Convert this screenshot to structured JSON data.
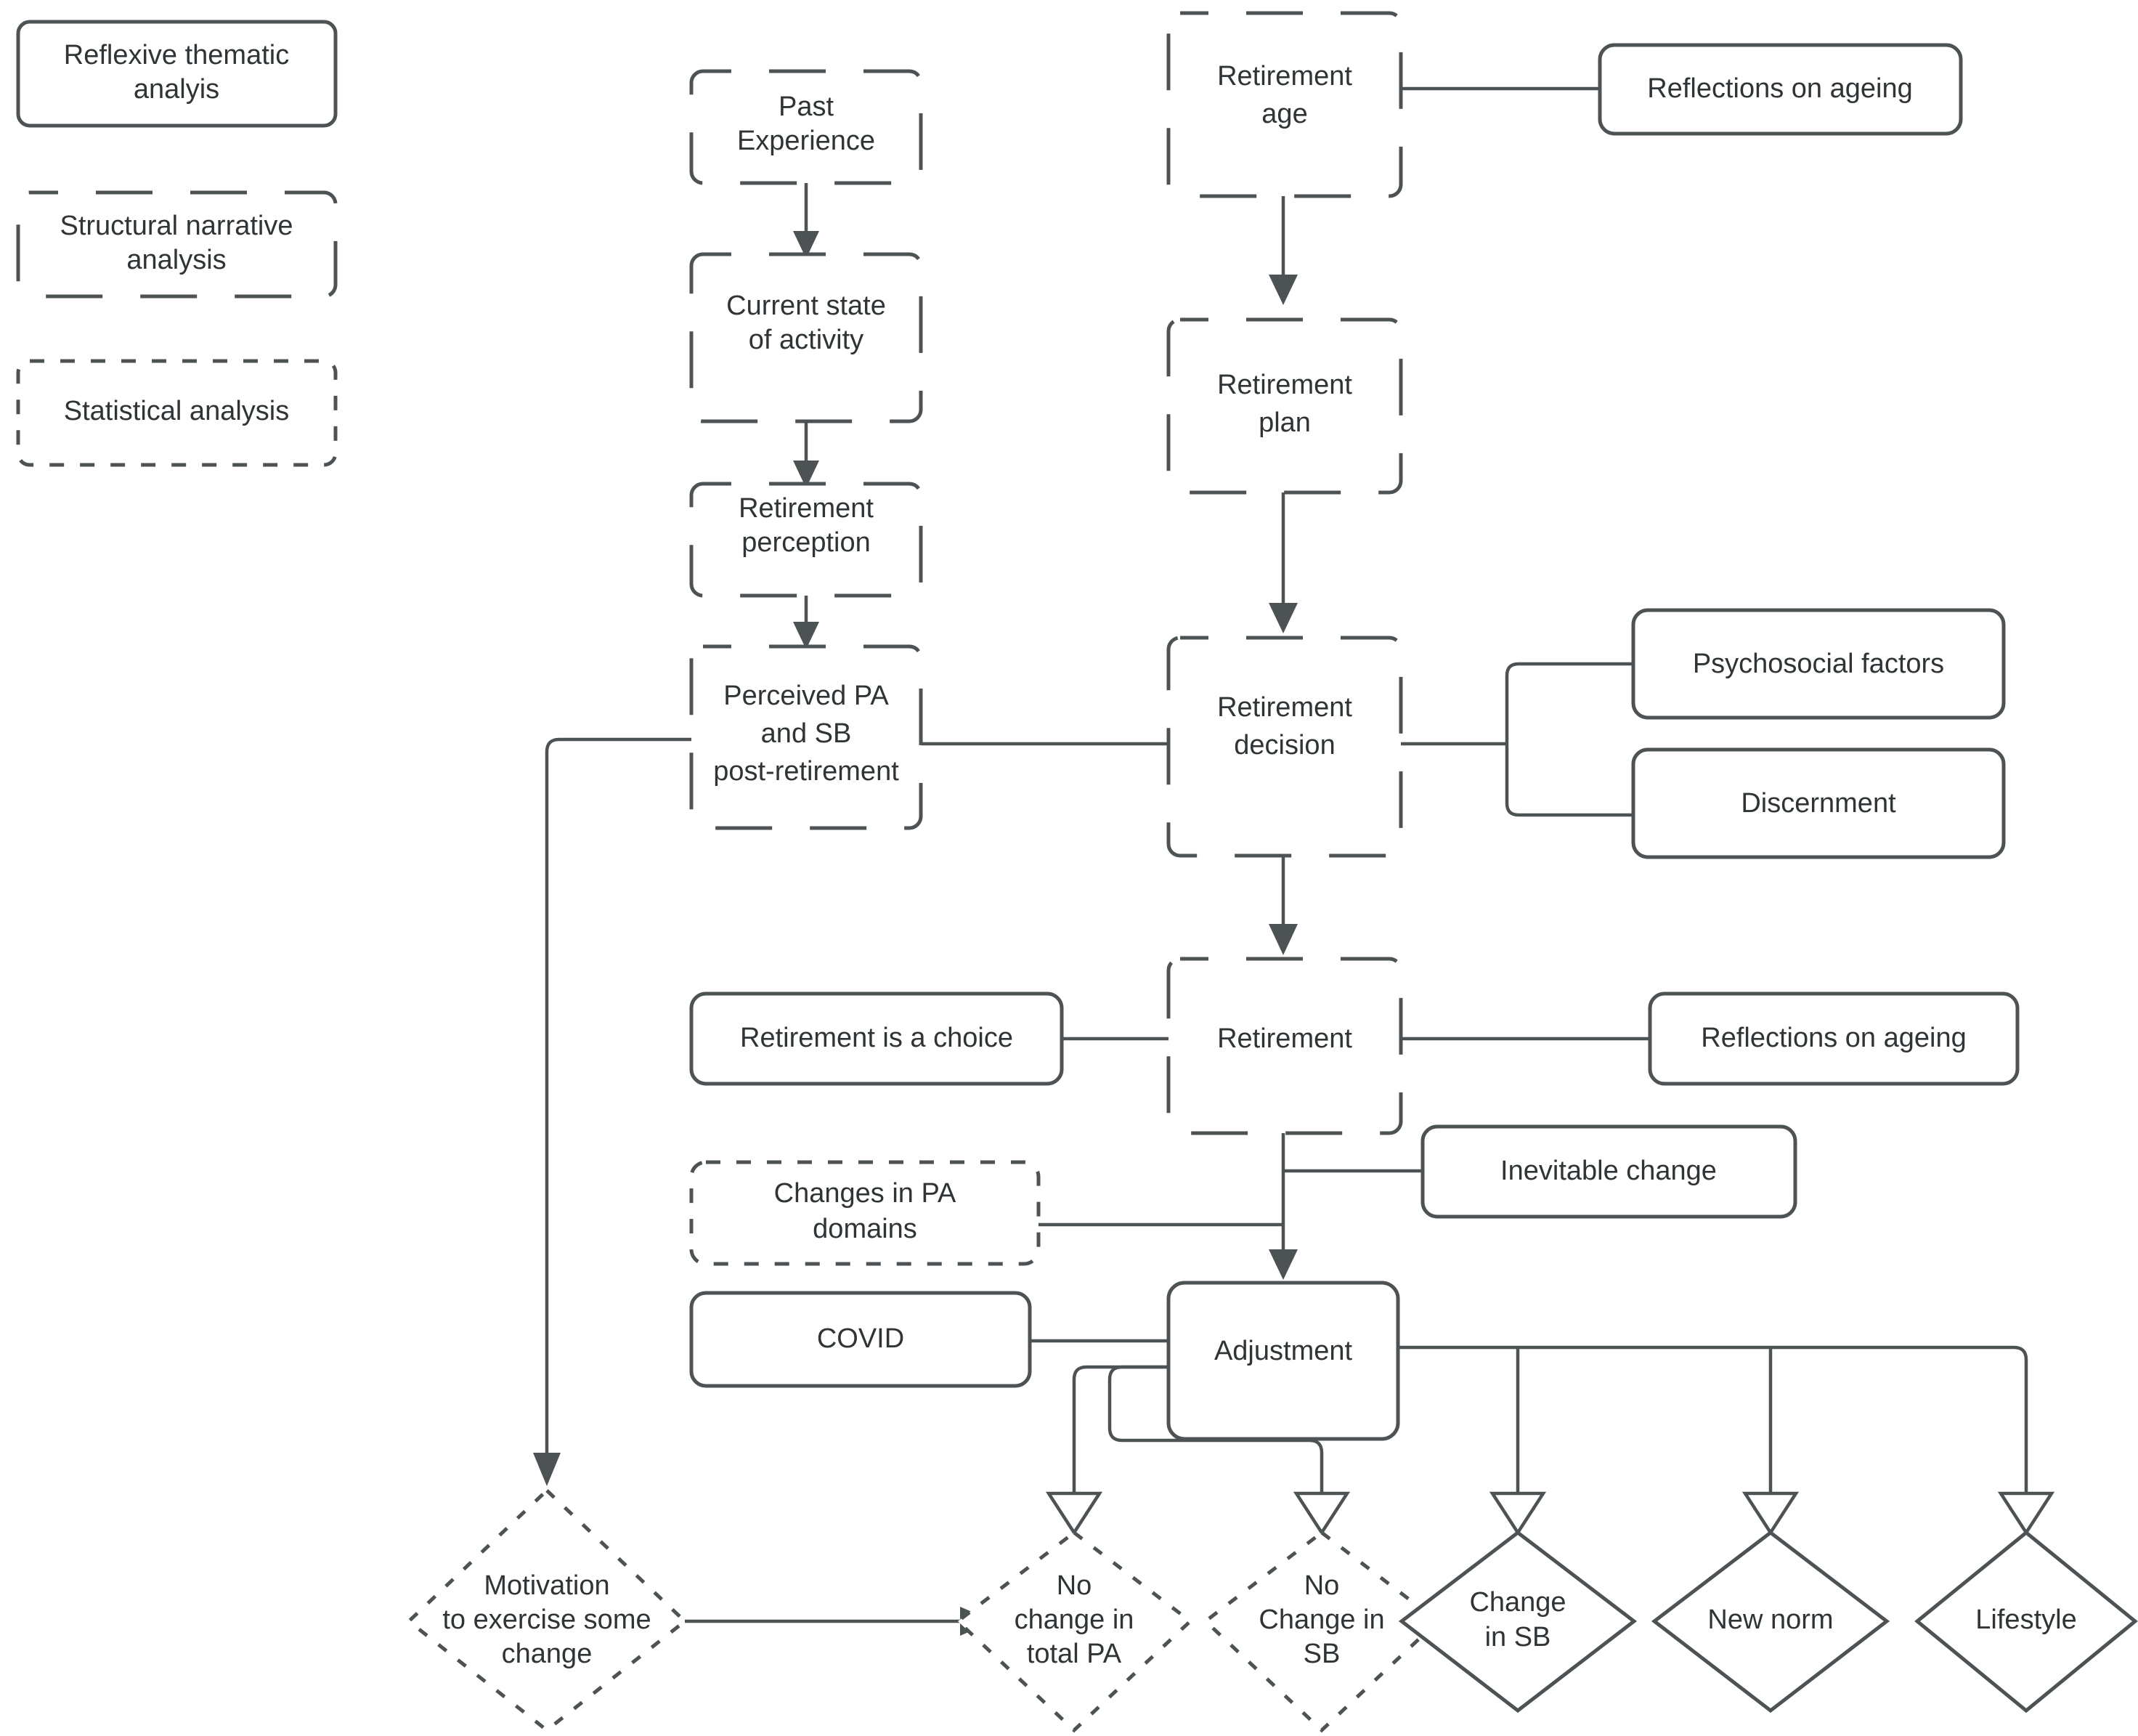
{
  "diagram": {
    "title": "Retirement physical activity and sedentary behaviour conceptual flow",
    "stroke_color": "#4d5255",
    "fill_color": "#ffffff",
    "text_color": "#2f3437"
  },
  "legend": {
    "name": "analysis-method-legend",
    "items": [
      {
        "id": "reflexive",
        "label": "Reflexive thematic\nanalyis",
        "style": "solid"
      },
      {
        "id": "structural",
        "label": "Structural narrative\nanalysis",
        "style": "long-dash"
      },
      {
        "id": "statistical",
        "label": "Statistical analysis",
        "style": "short-dash"
      }
    ]
  },
  "left_column": {
    "name": "perception-chain",
    "nodes": [
      {
        "id": "past-experience",
        "label": "Past\nExperience",
        "style": "long-dash"
      },
      {
        "id": "current-state-of-activity",
        "label": "Current state\nof activity",
        "style": "long-dash"
      },
      {
        "id": "retirement-perception",
        "label": "Retirement\nperception",
        "style": "long-dash"
      },
      {
        "id": "perceived-pa-sb-post-retirement",
        "label": "Perceived PA\nand SB\npost-retirement",
        "style": "long-dash"
      }
    ]
  },
  "center_column": {
    "name": "retirement-chain",
    "nodes": [
      {
        "id": "retirement-age",
        "label": "Retirement\nage",
        "style": "long-dash"
      },
      {
        "id": "retirement-plan",
        "label": "Retirement\nplan",
        "style": "long-dash"
      },
      {
        "id": "retirement-decision",
        "label": "Retirement\ndecision",
        "style": "long-dash"
      },
      {
        "id": "retirement",
        "label": "Retirement",
        "style": "long-dash"
      },
      {
        "id": "adjustment",
        "label": "Adjustment",
        "style": "solid"
      }
    ]
  },
  "side_nodes": {
    "name": "thematic-and-contextual-nodes",
    "nodes": [
      {
        "id": "reflections-on-ageing-top",
        "label": "Reflections on ageing",
        "style": "solid"
      },
      {
        "id": "psychosocial-factors",
        "label": "Psychosocial factors",
        "style": "solid"
      },
      {
        "id": "discernment",
        "label": "Discernment",
        "style": "solid"
      },
      {
        "id": "retirement-is-a-choice",
        "label": "Retirement is a choice",
        "style": "solid"
      },
      {
        "id": "reflections-on-ageing-mid",
        "label": "Reflections on ageing",
        "style": "solid"
      },
      {
        "id": "inevitable-change",
        "label": "Inevitable change",
        "style": "solid"
      },
      {
        "id": "changes-in-pa-domains",
        "label": "Changes in PA\ndomains",
        "style": "short-dash"
      },
      {
        "id": "covid",
        "label": "COVID",
        "style": "solid"
      }
    ]
  },
  "outcomes": {
    "name": "outcome-diamonds",
    "nodes": [
      {
        "id": "motivation-to-exercise-some-change",
        "label": "Motivation\nto exercise some\nchange",
        "style": "short-dash",
        "shape": "diamond"
      },
      {
        "id": "no-change-in-total-pa",
        "label": "No\nchange in\ntotal PA",
        "style": "short-dash",
        "shape": "diamond"
      },
      {
        "id": "no-change-in-sb",
        "label": "No\nChange in\nSB",
        "style": "short-dash",
        "shape": "diamond"
      },
      {
        "id": "change-in-sb",
        "label": "Change\nin SB",
        "style": "solid",
        "shape": "diamond"
      },
      {
        "id": "new-norm",
        "label": "New norm",
        "style": "solid",
        "shape": "diamond"
      },
      {
        "id": "lifestyle",
        "label": "Lifestyle",
        "style": "solid",
        "shape": "diamond"
      }
    ]
  },
  "edges": [
    {
      "from": "past-experience",
      "to": "current-state-of-activity",
      "arrow": "filled"
    },
    {
      "from": "current-state-of-activity",
      "to": "retirement-perception",
      "arrow": "filled"
    },
    {
      "from": "retirement-perception",
      "to": "perceived-pa-sb-post-retirement",
      "arrow": "filled"
    },
    {
      "from": "perceived-pa-sb-post-retirement",
      "to": "retirement-decision",
      "arrow": "none"
    },
    {
      "from": "perceived-pa-sb-post-retirement",
      "to": "motivation-to-exercise-some-change",
      "arrow": "filled"
    },
    {
      "from": "retirement-age",
      "to": "reflections-on-ageing-top",
      "arrow": "none"
    },
    {
      "from": "retirement-age",
      "to": "retirement-plan",
      "arrow": "filled"
    },
    {
      "from": "retirement-plan",
      "to": "retirement-decision",
      "arrow": "filled"
    },
    {
      "from": "retirement-decision",
      "to": "psychosocial-factors",
      "arrow": "none"
    },
    {
      "from": "retirement-decision",
      "to": "discernment",
      "arrow": "none"
    },
    {
      "from": "retirement-decision",
      "to": "retirement",
      "arrow": "filled"
    },
    {
      "from": "retirement-is-a-choice",
      "to": "retirement",
      "arrow": "none"
    },
    {
      "from": "retirement",
      "to": "reflections-on-ageing-mid",
      "arrow": "none"
    },
    {
      "from": "retirement",
      "to": "inevitable-change",
      "arrow": "none"
    },
    {
      "from": "changes-in-pa-domains",
      "to": "adjustment",
      "arrow": "none"
    },
    {
      "from": "retirement",
      "to": "adjustment",
      "arrow": "filled"
    },
    {
      "from": "covid",
      "to": "adjustment",
      "arrow": "none"
    },
    {
      "from": "adjustment",
      "to": "no-change-in-total-pa",
      "arrow": "open"
    },
    {
      "from": "adjustment",
      "to": "no-change-in-sb",
      "arrow": "open"
    },
    {
      "from": "adjustment",
      "to": "change-in-sb",
      "arrow": "open"
    },
    {
      "from": "adjustment",
      "to": "new-norm",
      "arrow": "open"
    },
    {
      "from": "adjustment",
      "to": "lifestyle",
      "arrow": "open"
    },
    {
      "from": "motivation-to-exercise-some-change",
      "to": "no-change-in-total-pa",
      "arrow": "filled"
    }
  ]
}
